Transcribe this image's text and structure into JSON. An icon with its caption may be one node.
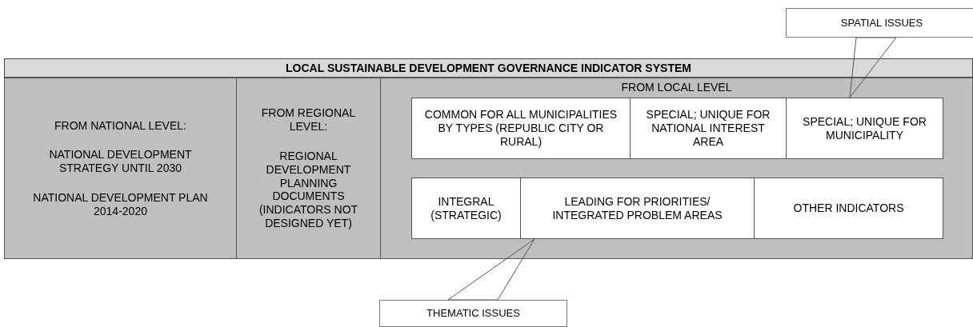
{
  "diagram": {
    "nodes": [
      {
        "text": [
          "LOCAL SUSTAINABLE DEVELOPMENT GOVERNANCE INDICATOR SYSTEM"
        ]
      },
      {
        "text": [
          "FROM NATIONAL LEVEL:",
          "NATIONAL DEVELOPMENT STRATEGY UNTIL 2030",
          "NATIONAL DEVELOPMENT PLAN 2014-2020"
        ],
        "in": 0
      },
      {
        "text": [
          "FROM REGIONAL LEVEL:",
          "REGIONAL DEVELOPMENT PLANNING DOCUMENTS (INDICATORS NOT DESIGNED YET)"
        ],
        "in": 0
      },
      {
        "text": [
          "FROM LOCAL LEVEL"
        ],
        "in": 0
      },
      {
        "text": [
          "COMMON FOR ALL MUNICIPALITIES BY TYPES (REPUBLIC CITY OR RURAL)"
        ],
        "in": 3
      },
      {
        "text": [
          "SPECIAL; UNIQUE FOR NATIONAL INTEREST AREA"
        ],
        "in": 3
      },
      {
        "text": [
          "SPECIAL; UNIQUE FOR MUNICIPALITY"
        ],
        "in": 3
      },
      {
        "text": [
          "INTEGRAL (STRATEGIC)"
        ],
        "in": 3
      },
      {
        "text": [
          "LEADING FOR PRIORITIES/ INTEGRATED PROBLEM AREAS"
        ],
        "in": 3
      },
      {
        "text": [
          "OTHER INDICATORS"
        ],
        "in": 3
      },
      {
        "text": [
          "SPATIAL ISSUES"
        ]
      },
      {
        "text": [
          "THEMATIC ISSUES"
        ]
      }
    ],
    "edges": [
      {
        "from": 10,
        "to": 6,
        "arrow": "none"
      },
      {
        "from": 11,
        "to": 8,
        "arrow": "none"
      }
    ]
  }
}
